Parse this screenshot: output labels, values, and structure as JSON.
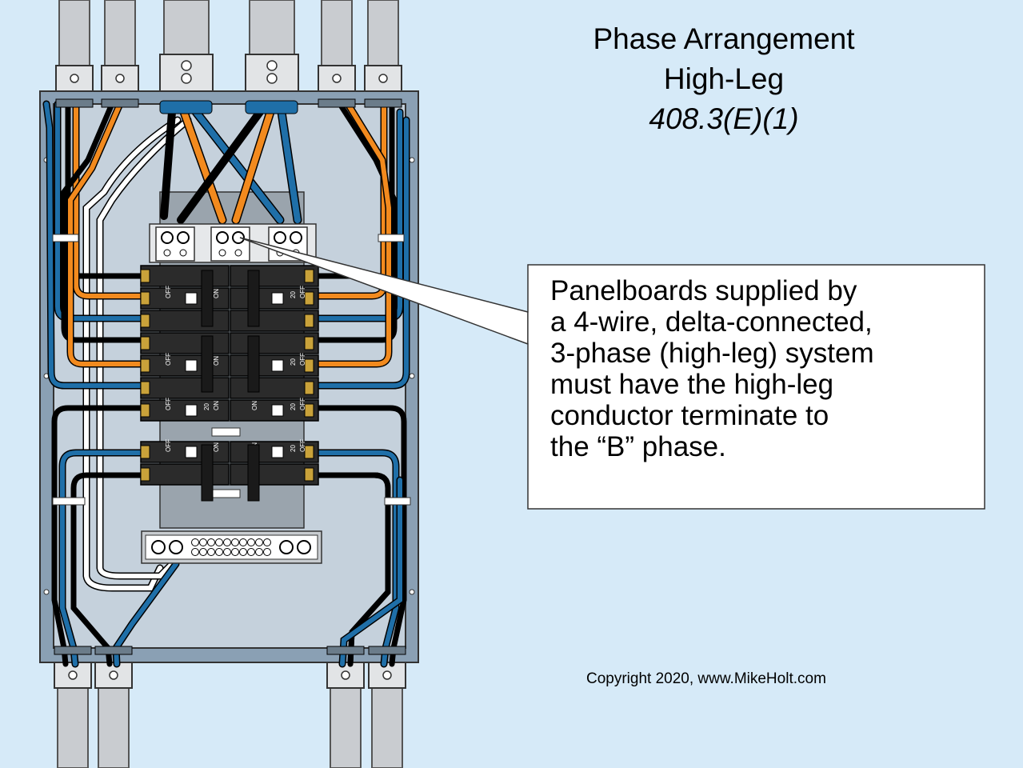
{
  "title": {
    "line1": "Phase Arrangement",
    "line2": "High-Leg",
    "code_ref": "408.3(E)(1)"
  },
  "callout": {
    "lines": [
      "Panelboards supplied by",
      "a 4-wire, delta-connected,",
      "3-phase (high-leg) system",
      "must have the high-leg",
      "conductor terminate to",
      "the “B” phase."
    ]
  },
  "breaker_labels": {
    "off": "OFF",
    "on": "ON",
    "rating": "20"
  },
  "copyright": "Copyright 2020, www.MikeHolt.com",
  "colors": {
    "background": "#d6eaf8",
    "enclosure": "#8aa0b4",
    "backplate": "#c5d1dc",
    "phase_a": "#000000",
    "phase_b_high_leg": "#f28a1e",
    "phase_c": "#1f6fa8",
    "neutral": "#ffffff"
  }
}
